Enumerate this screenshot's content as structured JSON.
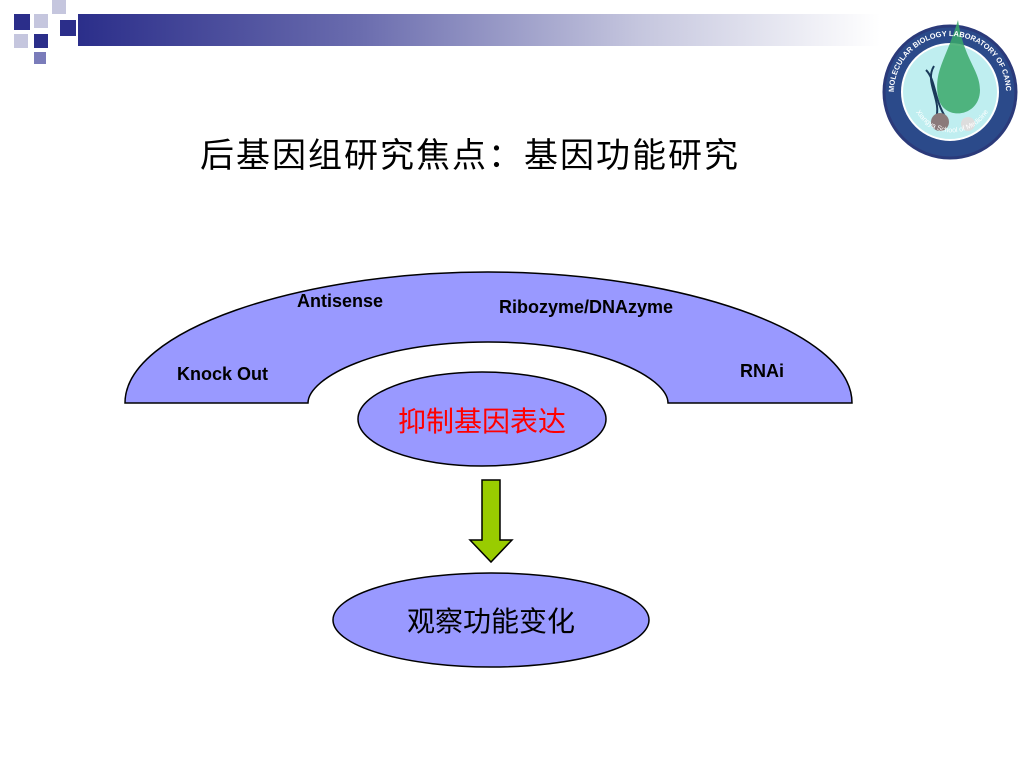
{
  "title": "后基因组研究焦点：基因功能研究",
  "logo": {
    "ring_text": "MOLECULAR BIOLOGY LABORATORY OF CANCER RESEARCH INSTITUTE",
    "sub_text": "Xiangya School of Medicine"
  },
  "arc": {
    "methods": [
      "Knock Out",
      "Antisense",
      "Ribozyme/DNAzyme",
      "RNAi"
    ]
  },
  "nodes": {
    "inhibit": "抑制基因表达",
    "observe": "观察功能变化"
  },
  "colors": {
    "arc_fill": "#9999ff",
    "node_fill": "#9999ff",
    "inhibit_text": "#ff0000",
    "arrow_fill": "#99cc00",
    "theme_navy": "#2b2e8a"
  }
}
